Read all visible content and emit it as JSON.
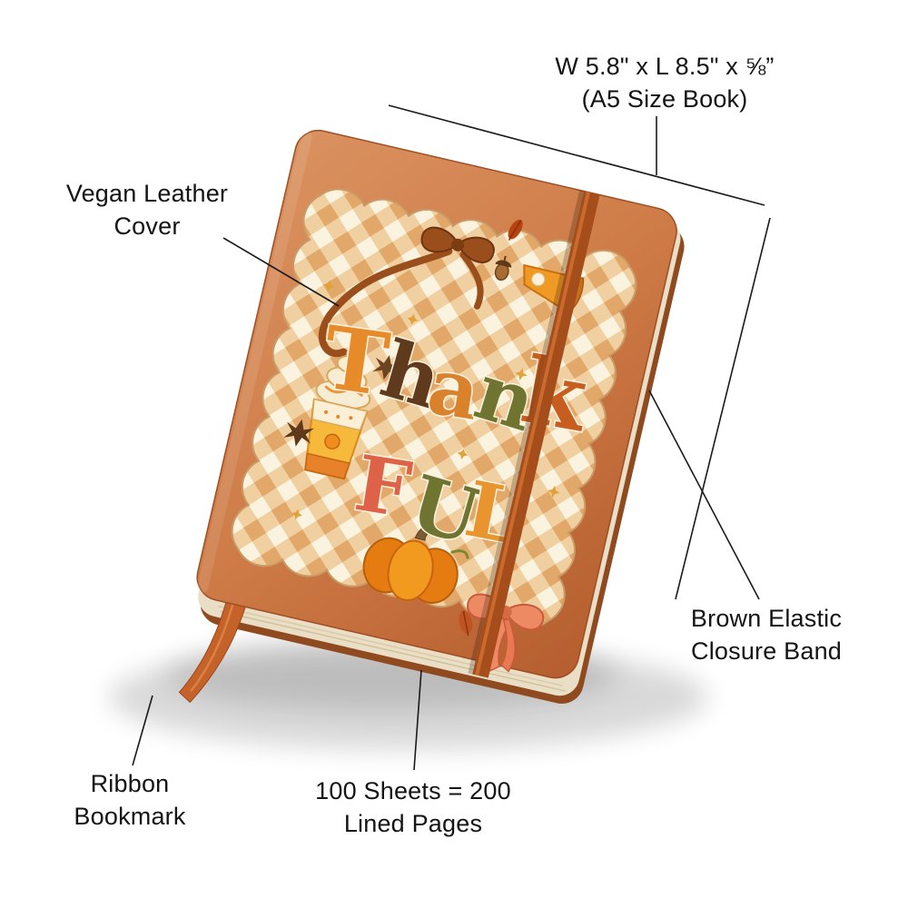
{
  "labels": {
    "size": {
      "line1": "W 5.8\" x L 8.5\" x ⅝”",
      "line2": "(A5 Size Book)"
    },
    "cover": {
      "line1": "Vegan Leather",
      "line2": "Cover"
    },
    "elastic": {
      "line1": "Brown Elastic",
      "line2": "Closure Band"
    },
    "ribbon": {
      "line1": "Ribbon",
      "line2": "Bookmark"
    },
    "sheets": {
      "line1": "100 Sheets = 200",
      "line2": "Lined Pages"
    }
  },
  "cover": {
    "letters_top": [
      "T",
      "h",
      "a",
      "n",
      "k"
    ],
    "letters_bottom": [
      "F",
      "U",
      "L"
    ]
  },
  "colors": {
    "leather": "#CE7B47",
    "elastic_band": "#A64E1B",
    "ribbon": "#C4622A",
    "panel_base": "#FAF3E0",
    "annotation_text": "#141414"
  }
}
